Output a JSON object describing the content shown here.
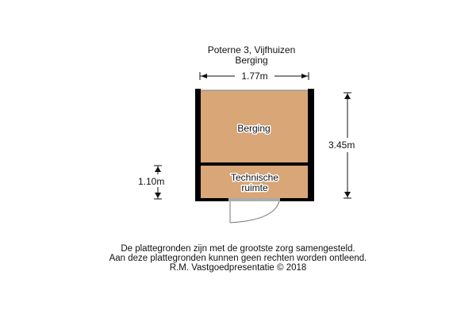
{
  "title": {
    "address": "Poterne 3, Vijfhuizen",
    "floor": "Berging"
  },
  "dimensions": {
    "width": "1.77m",
    "height": "3.45m",
    "tech_height": "1.10m"
  },
  "rooms": [
    {
      "name": "Berging"
    },
    {
      "name_line1": "Technische",
      "name_line2": "ruimte"
    }
  ],
  "colors": {
    "floor": "#d8a677",
    "wall": "#000000"
  },
  "footer": {
    "line1": "De plattegronden zijn met de grootste zorg samengesteld.",
    "line2": "Aan deze plattegronden kunnen geen rechten worden ontleend.",
    "line3": "R.M. Vastgoedpresentatie © 2018"
  }
}
